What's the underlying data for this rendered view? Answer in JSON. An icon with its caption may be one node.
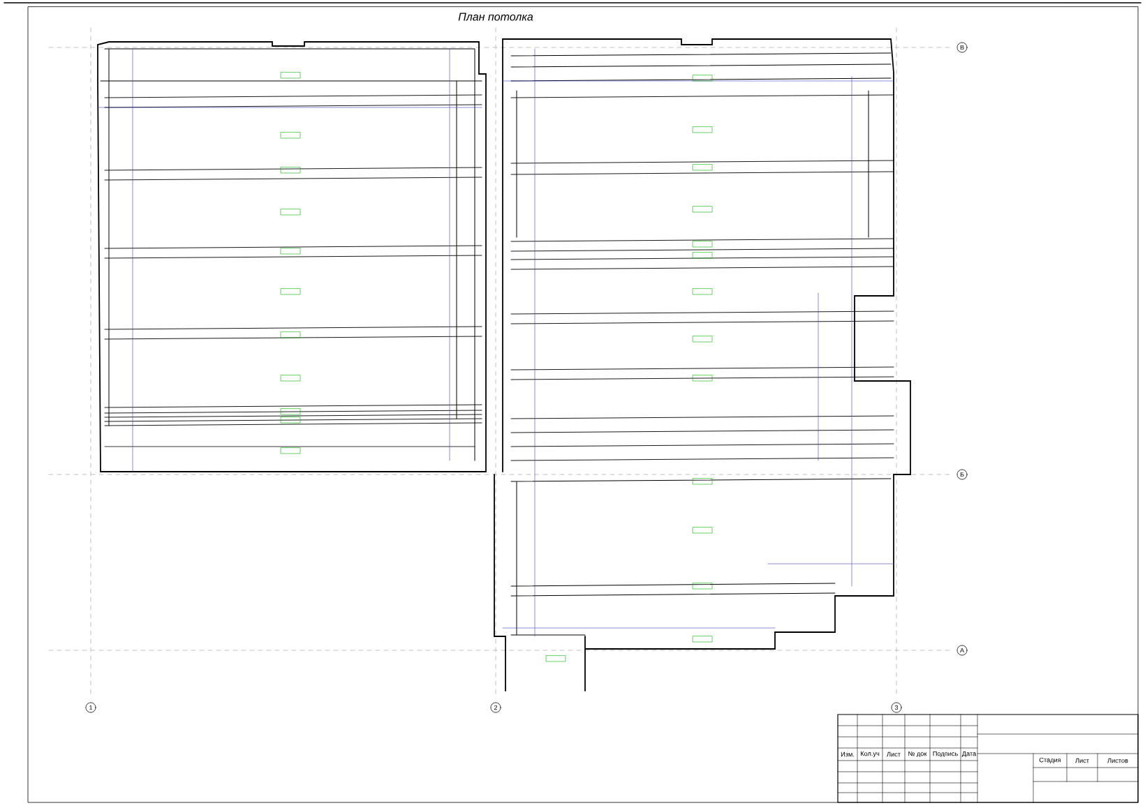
{
  "diagram": {
    "title": "План потолка",
    "nodes": [
      {
        "text": [
          "В"
        ]
      },
      {
        "text": [
          "Б"
        ]
      },
      {
        "text": [
          "А"
        ]
      },
      {
        "text": [
          "1"
        ]
      },
      {
        "text": [
          "2"
        ]
      },
      {
        "text": [
          "3"
        ]
      }
    ],
    "labels": [
      "Изм.",
      "Кол.уч",
      "Лист",
      "№ док",
      "Подпись",
      "Дата",
      "Стадия",
      "Лист",
      "Листов"
    ]
  }
}
